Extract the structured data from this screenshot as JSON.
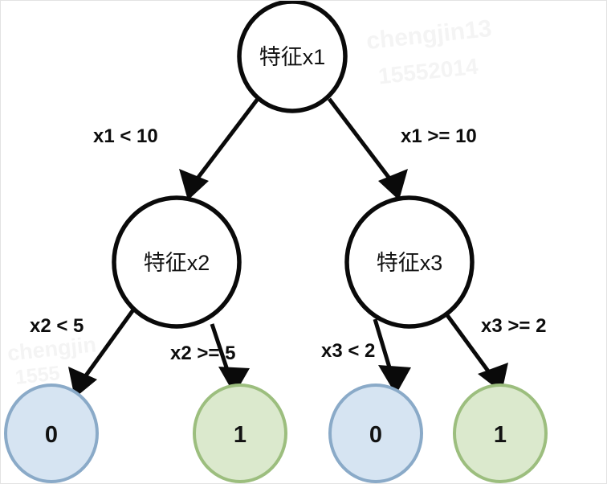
{
  "diagram": {
    "type": "decision-tree",
    "title": "Decision tree with features x1, x2, x3",
    "background_color": "#ffffff",
    "border_color": "#e3e3e3",
    "edge_color": "#0a0a0a",
    "internal_node_fill": "#ffffff",
    "internal_node_stroke": "#0a0a0a",
    "leaf_blue_fill": "#d6e4f2",
    "leaf_blue_stroke": "#8aaac8",
    "leaf_green_fill": "#dbe9cd",
    "leaf_green_stroke": "#9cbe7e"
  },
  "nodes": {
    "root": {
      "label": "特征x1",
      "kind": "internal"
    },
    "left_internal": {
      "label": "特征x2",
      "kind": "internal"
    },
    "right_internal": {
      "label": "特征x3",
      "kind": "internal"
    },
    "leaf_1": {
      "label": "0",
      "kind": "leaf",
      "color": "blue"
    },
    "leaf_2": {
      "label": "1",
      "kind": "leaf",
      "color": "green"
    },
    "leaf_3": {
      "label": "0",
      "kind": "leaf",
      "color": "blue"
    },
    "leaf_4": {
      "label": "1",
      "kind": "leaf",
      "color": "green"
    }
  },
  "edges": {
    "root_left": {
      "label": "x1 < 10"
    },
    "root_right": {
      "label": "x1 >= 10"
    },
    "x2_left": {
      "label": "x2 < 5"
    },
    "x2_right": {
      "label": "x2 >= 5"
    },
    "x3_left": {
      "label": "x3 < 2"
    },
    "x3_right": {
      "label": "x3 >= 2"
    }
  },
  "watermark": {
    "line1": "chengjin13",
    "line2": "15552014",
    "line3": "chengjin",
    "line4": "1555"
  }
}
